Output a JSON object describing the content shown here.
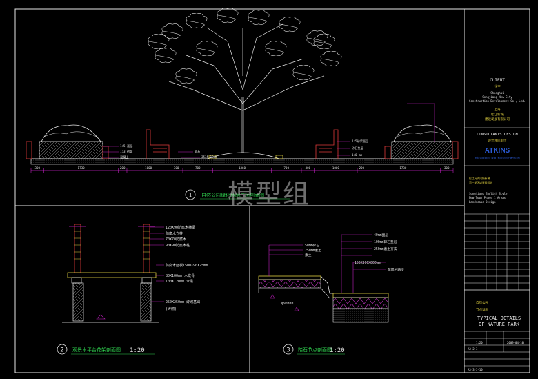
{
  "colors": {
    "line_white": "#e6e6e6",
    "dim_magenta": "#c020c0",
    "annot_green": "#2fd14f",
    "atkins_blue": "#2b5bd7",
    "cyan": "#1fd0d0",
    "yellow": "#e0d040",
    "red": "#e03a3a"
  },
  "watermark": "模型组",
  "title_block": {
    "client_heading": "CLIENT",
    "client_cn": "业主",
    "client_lines": [
      "Shanghai",
      "Songjiang New City",
      "Construction Development Co., Ltd."
    ],
    "client_cn_lines": [
      "上海",
      "松江新城",
      "建设发展有限公司"
    ],
    "consultants_heading": "CONSULTANTS DESIGN",
    "consultants_cn": "设计顾问单位",
    "atkins": "ATKINS",
    "atkins_sub": "阿特金斯顾问(深圳)有限公司上海分公司",
    "project_lines": [
      "Songjiang English Style",
      "New Town Phase 1 Areas",
      "Landscape Design"
    ],
    "project_cn_lines": [
      "松江英式风情新城",
      "第一期区域景观设计"
    ],
    "drawing_title_cn": "自然公园",
    "drawing_title_cn2": "节点详图",
    "drawing_title": [
      "TYPICAL DETAILS",
      "OF NATURE PARK"
    ],
    "date_a": "2009-04-10",
    "scale_a": "1:20",
    "sheet_no": "A3-2-3",
    "page_no": "A3-3-5-10"
  },
  "detail_1": {
    "number": "1",
    "title": "自然公园绿化休闲广场剖面图",
    "dims": [
      "300",
      "1730",
      "200",
      "1000",
      "300",
      "700",
      "1360",
      "700",
      "300",
      "1000",
      "200",
      "1730",
      "300"
    ],
    "notes": [
      "1:5 面层",
      "1:3 砂浆",
      "混凝土",
      "卵石",
      "3535~10mm",
      "1:5砂浆面层",
      "砂石垫层",
      "1:0 mm"
    ]
  },
  "detail_2": {
    "number": "2",
    "title": "观景木平台花架剖面图",
    "scale": "1:20",
    "notes": [
      "120X90防腐木横梁",
      "防腐木立柱",
      "70X70防腐木",
      "90X90防腐木柱",
      "防腐木面板1500X90X25mm",
      "80X100mm 木龙骨",
      "100X120mm 木梁",
      "250X250mm 砖砌基础",
      "(砖砌)"
    ]
  },
  "detail_3": {
    "number": "3",
    "title": "踏石节点剖面图",
    "scale": "1:20",
    "notes": [
      "40mm面层",
      "100mm碎石垫层",
      "250mm素土夯实",
      "50mm碎石",
      "250mm素土",
      "素土",
      "150X300X800mm",
      "花岗岩踏步",
      "φ90300"
    ]
  }
}
